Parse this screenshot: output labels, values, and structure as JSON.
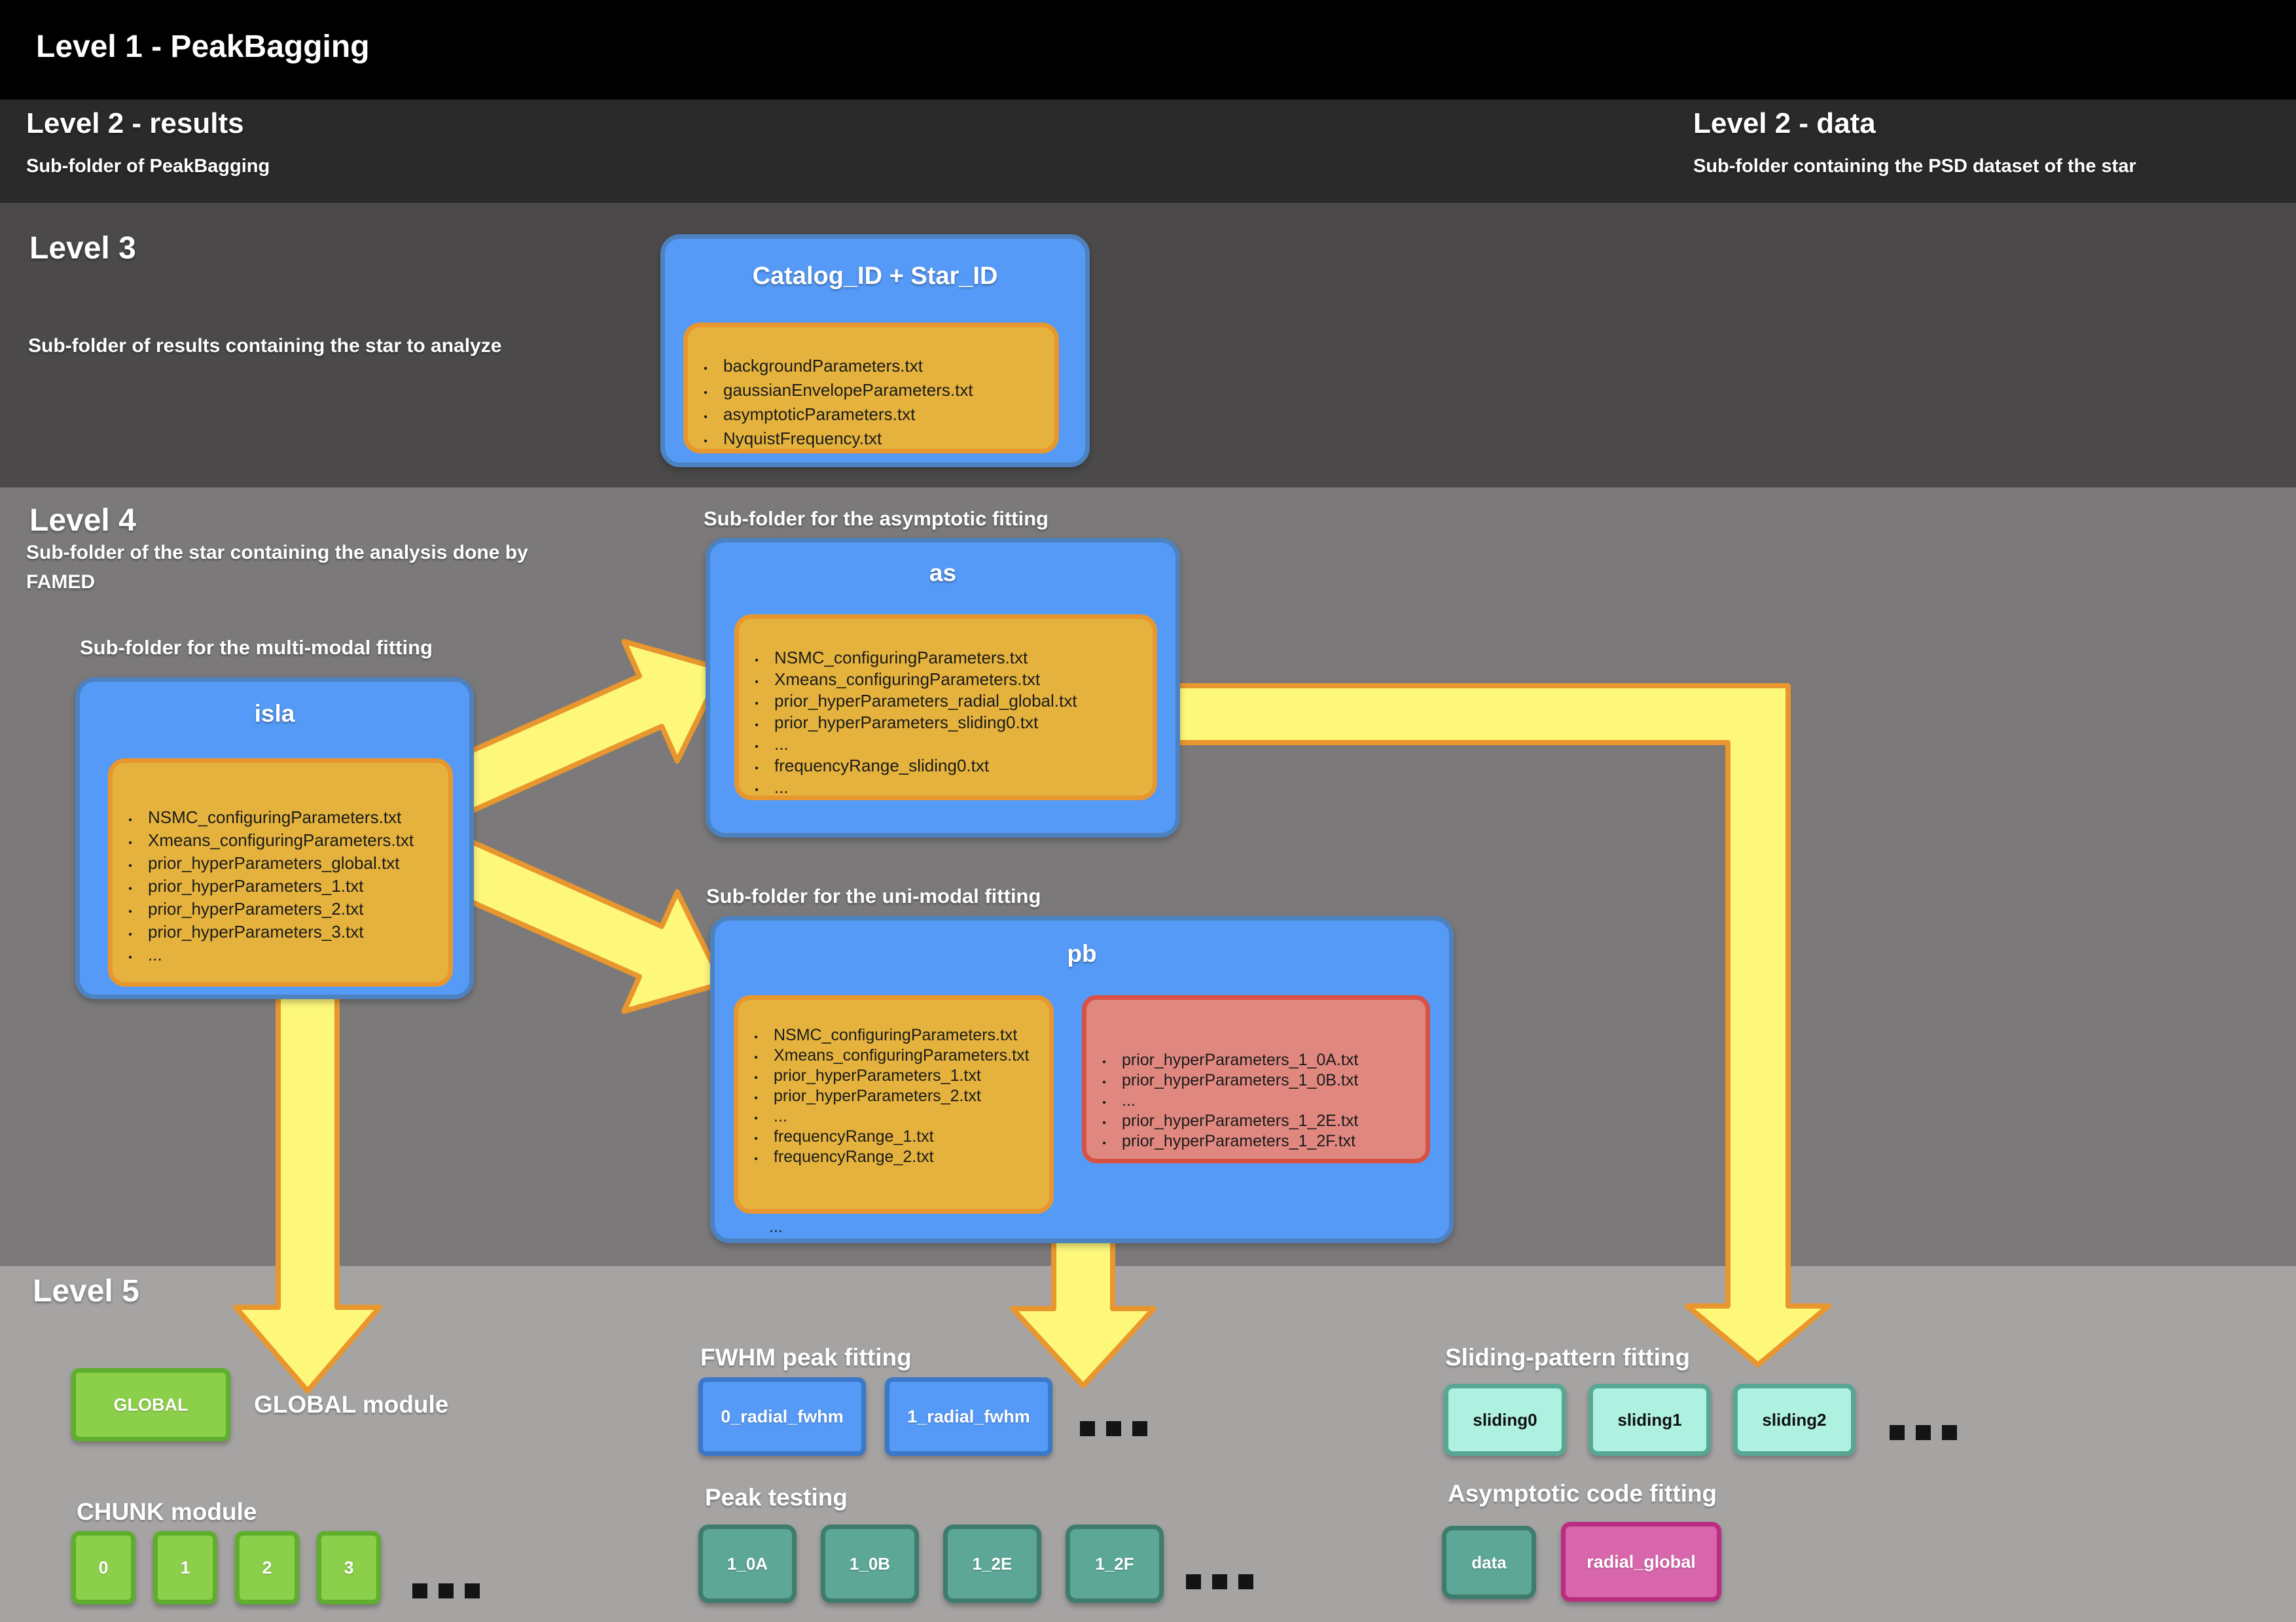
{
  "colors": {
    "band_level1": "#000000",
    "band_level2": "#2b2a2a",
    "band_level3": "#4b4949",
    "band_level4": "#7b7979",
    "band_level5": "#a6a3a3",
    "folder_blue": "#559af6",
    "folder_blue_border": "#4d82c0",
    "filebox_orange": "#e5b33d",
    "filebox_orange_border": "#e8962e",
    "filebox_red": "#e08880",
    "filebox_red_border": "#d95045",
    "arrow_yellow": "#FDF87A",
    "arrow_border": "#E8962E",
    "button_green": "#8ccf4b",
    "button_blue": "#559af6",
    "button_teal": "#5ca795",
    "button_cyan": "#aff1e1",
    "button_pink": "#d866ac"
  },
  "level1": {
    "title": "Level 1 - PeakBagging"
  },
  "level2": {
    "results": {
      "title": "Level 2 - results",
      "subtitle": "Sub-folder of PeakBagging"
    },
    "data": {
      "title": "Level 2 - data",
      "subtitle": "Sub-folder containing the PSD dataset of the star"
    }
  },
  "level3": {
    "title": "Level 3",
    "subtitle": "Sub-folder of results containing the star to analyze",
    "star_folder": {
      "title": "Catalog_ID + Star_ID",
      "files": [
        "backgroundParameters.txt",
        "gaussianEnvelopeParameters.txt",
        "asymptoticParameters.txt",
        "NyquistFrequency.txt"
      ]
    }
  },
  "level4": {
    "title": "Level 4",
    "subtitle": "Sub-folder of the star containing the analysis done by FAMED",
    "isla": {
      "label": "Sub-folder for the multi-modal fitting",
      "title": "isla",
      "files": [
        "NSMC_configuringParameters.txt",
        "Xmeans_configuringParameters.txt",
        "prior_hyperParameters_global.txt",
        "prior_hyperParameters_1.txt",
        "prior_hyperParameters_2.txt",
        "prior_hyperParameters_3.txt",
        "..."
      ]
    },
    "as": {
      "label": "Sub-folder for the asymptotic fitting",
      "title": "as",
      "files": [
        "NSMC_configuringParameters.txt",
        "Xmeans_configuringParameters.txt",
        "prior_hyperParameters_radial_global.txt",
        "prior_hyperParameters_sliding0.txt",
        "...",
        "frequencyRange_sliding0.txt",
        "..."
      ]
    },
    "pb": {
      "label": "Sub-folder for the uni-modal fitting",
      "title": "pb",
      "config_files": [
        "NSMC_configuringParameters.txt",
        "Xmeans_configuringParameters.txt",
        "prior_hyperParameters_1.txt",
        "prior_hyperParameters_2.txt",
        "...",
        "frequencyRange_1.txt",
        "frequencyRange_2.txt"
      ],
      "config_more": "...",
      "prior_files": [
        "prior_hyperParameters_1_0A.txt",
        "prior_hyperParameters_1_0B.txt",
        "...",
        "prior_hyperParameters_1_2E.txt",
        "prior_hyperParameters_1_2F.txt"
      ]
    }
  },
  "level5": {
    "title": "Level 5",
    "global_module": {
      "button": "GLOBAL",
      "label": "GLOBAL module"
    },
    "chunk_module": {
      "label": "CHUNK module",
      "buttons": [
        "0",
        "1",
        "2",
        "3"
      ],
      "more": "..."
    },
    "fwhm": {
      "label": "FWHM peak fitting",
      "buttons": [
        "0_radial_fwhm",
        "1_radial_fwhm"
      ],
      "more": "..."
    },
    "peak_testing": {
      "label": "Peak testing",
      "buttons": [
        "1_0A",
        "1_0B",
        "1_2E",
        "1_2F"
      ],
      "more": "..."
    },
    "sliding": {
      "label": "Sliding-pattern fitting",
      "buttons": [
        "sliding0",
        "sliding1",
        "sliding2"
      ],
      "more": "..."
    },
    "asymptotic": {
      "label": "Asymptotic code fitting",
      "data_button": "data",
      "radial_button": "radial_global"
    }
  }
}
